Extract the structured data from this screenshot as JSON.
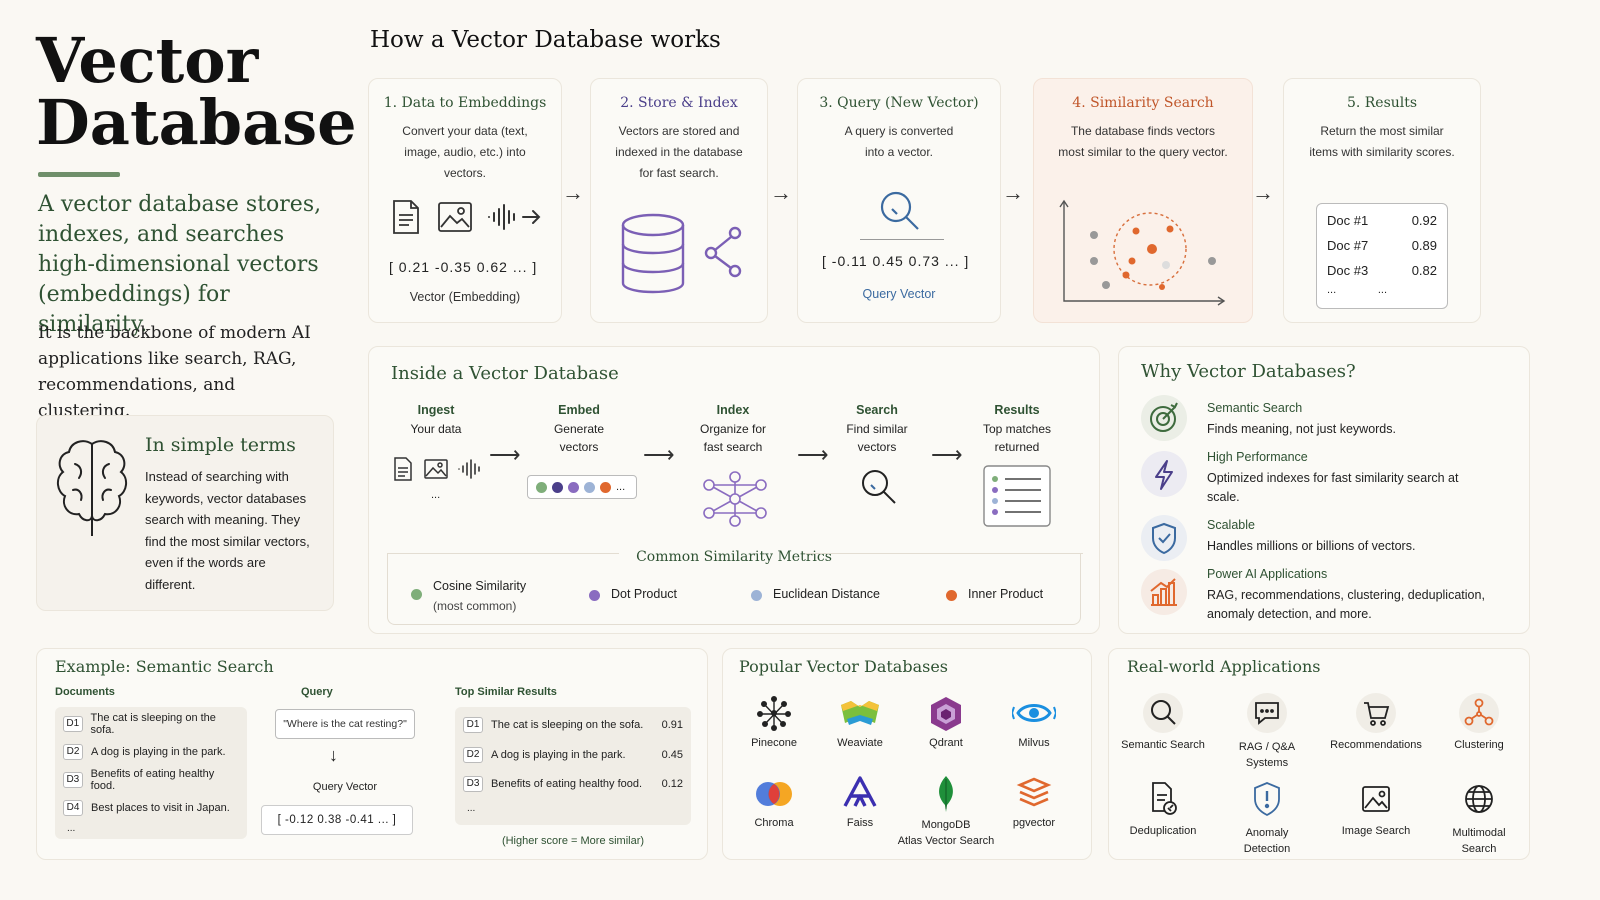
{
  "title": {
    "line1": "Vector",
    "line2": "Database"
  },
  "intro": "A vector database stores, indexes, and searches high-dimensional vectors (embeddings) for similarity.",
  "backbone": "It is the backbone of modern AI applications like search, RAG, recommendations, and clustering.",
  "simple": {
    "heading": "In simple terms",
    "text": "Instead of searching with keywords, vector databases search with meaning. They find the most similar vectors, even if the words are different."
  },
  "how": {
    "heading": "How a Vector Database works",
    "steps": [
      {
        "title": "1. Data to Embeddings",
        "desc": "Convert your data (text, image, audio, etc.) into vectors.",
        "vector": "[ 0.21 -0.35 0.62 ... ]",
        "caption": "Vector (Embedding)"
      },
      {
        "title": "2. Store & Index",
        "desc": "Vectors are stored and indexed in the database for fast search."
      },
      {
        "title": "3. Query (New Vector)",
        "desc": "A query is converted into a vector.",
        "vector": "[ -0.11 0.45 0.73 ... ]",
        "caption": "Query Vector"
      },
      {
        "title": "4. Similarity Search",
        "desc": "The database finds vectors most similar to the query vector."
      },
      {
        "title": "5. Results",
        "desc": "Return the most similar items with similarity scores.",
        "rows": [
          {
            "doc": "Doc #1",
            "score": "0.92"
          },
          {
            "doc": "Doc #7",
            "score": "0.89"
          },
          {
            "doc": "Doc #3",
            "score": "0.82"
          },
          {
            "doc": "...",
            "score": "..."
          }
        ]
      }
    ]
  },
  "inside": {
    "heading": "Inside a Vector Database",
    "stages": [
      {
        "title": "Ingest",
        "desc": "Your data",
        "extra": "..."
      },
      {
        "title": "Embed",
        "desc": "Generate vectors"
      },
      {
        "title": "Index",
        "desc": "Organize for fast search"
      },
      {
        "title": "Search",
        "desc": "Find similar vectors"
      },
      {
        "title": "Results",
        "desc": "Top matches returned"
      }
    ],
    "metrics_heading": "Common Similarity Metrics",
    "metrics": [
      {
        "name": "Cosine Similarity",
        "sub": "(most common)",
        "color": "#7fae7a"
      },
      {
        "name": "Dot Product",
        "color": "#8a6cc0"
      },
      {
        "name": "Euclidean Distance",
        "color": "#9db3d6"
      },
      {
        "name": "Inner Product",
        "color": "#e0682e"
      }
    ]
  },
  "why": {
    "heading": "Why Vector Databases?",
    "items": [
      {
        "title": "Semantic Search",
        "desc": "Finds meaning, not just keywords."
      },
      {
        "title": "High Performance",
        "desc": "Optimized indexes for fast similarity search at scale."
      },
      {
        "title": "Scalable",
        "desc": "Handles millions or billions of vectors."
      },
      {
        "title": "Power AI Applications",
        "desc": "RAG, recommendations, clustering, deduplication, anomaly detection, and more."
      }
    ]
  },
  "example": {
    "heading": "Example: Semantic Search",
    "docs_label": "Documents",
    "docs": [
      {
        "id": "D1",
        "text": "The cat is sleeping on the sofa."
      },
      {
        "id": "D2",
        "text": "A dog is playing in the park."
      },
      {
        "id": "D3",
        "text": "Benefits of eating healthy food."
      },
      {
        "id": "D4",
        "text": "Best places to visit in Japan."
      }
    ],
    "docs_more": "...",
    "query_label": "Query",
    "query": "\"Where is the cat resting?\"",
    "query_vec_label": "Query Vector",
    "query_vec": "[ -0.12 0.38 -0.41 ... ]",
    "results_label": "Top Similar Results",
    "results": [
      {
        "id": "D1",
        "text": "The cat is sleeping on the sofa.",
        "score": "0.91"
      },
      {
        "id": "D2",
        "text": "A dog is playing in the park.",
        "score": "0.45"
      },
      {
        "id": "D3",
        "text": "Benefits of eating healthy food.",
        "score": "0.12"
      }
    ],
    "results_more": "...",
    "note": "(Higher score = More similar)"
  },
  "popular": {
    "heading": "Popular Vector Databases",
    "items": [
      {
        "name": "Pinecone"
      },
      {
        "name": "Weaviate"
      },
      {
        "name": "Qdrant"
      },
      {
        "name": "Milvus"
      },
      {
        "name": "Chroma"
      },
      {
        "name": "Faiss"
      },
      {
        "name": "MongoDB",
        "name2": "Atlas Vector Search"
      },
      {
        "name": "pgvector"
      }
    ]
  },
  "apps": {
    "heading": "Real-world Applications",
    "items": [
      {
        "name": "Semantic Search"
      },
      {
        "name": "RAG / Q&A",
        "name2": "Systems"
      },
      {
        "name": "Recommendations"
      },
      {
        "name": "Clustering"
      },
      {
        "name": "Deduplication"
      },
      {
        "name": "Anomaly",
        "name2": "Detection"
      },
      {
        "name": "Image Search"
      },
      {
        "name": "Multimodal",
        "name2": "Search"
      }
    ]
  }
}
